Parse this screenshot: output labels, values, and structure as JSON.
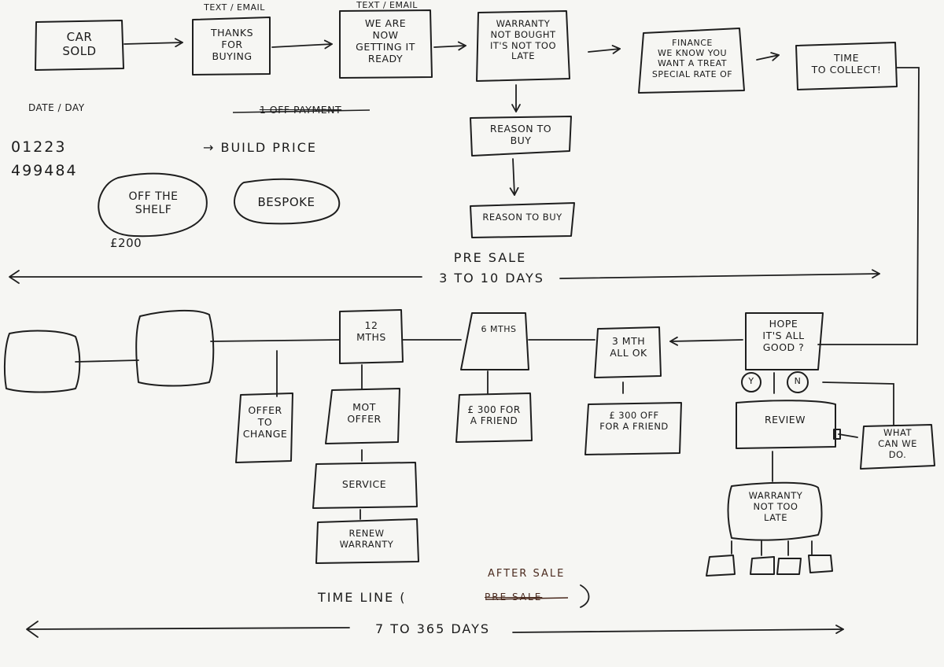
{
  "presale": {
    "car_sold": "CAR\nSOLD",
    "thanks": "THANKS\nFOR\nBUYING",
    "thanks_channel": "TEXT / EMAIL",
    "getting_ready": "WE ARE\nNOW\nGETTING IT\nREADY",
    "ready_channel": "TEXT / EMAIL",
    "warranty": "WARRANTY\nNOT BOUGHT\nIT'S NOT TOO\nLATE",
    "finance": "FINANCE\nWE KNOW YOU\nWANT A TREAT\nSPECIAL RATE OF",
    "time_to_collect": "TIME\nTO COLLECT!",
    "reason_1": "REASON TO\nBUY",
    "reason_2": "REASON TO BUY",
    "date_label": "DATE / DAY",
    "phone_1": "01223",
    "phone_2": "499484",
    "off_label": "1 OFF PAYMENT",
    "build_price": "→ BUILD PRICE",
    "off_shelf": "OFF THE\nSHELF",
    "bespoke": "BESPOKE",
    "price_tag": "£200",
    "timeline_title": "PRE SALE",
    "timeline_days": "3 TO 10 DAYS"
  },
  "aftersale": {
    "months_12": "12\nMTHS",
    "months_6": "6 MTHS",
    "months_3": "3 MTH\nALL OK",
    "hope": "HOPE\nIT'S ALL\nGOOD ?",
    "yes_label": "Y",
    "no_label": "N",
    "offer_change": "OFFER\nTO\nCHANGE",
    "mot_offer": "MOT\nOFFER",
    "service": "SERVICE",
    "renew_warranty": "RENEW\nWARRANTY",
    "friend_300_a": "£ 300 FOR\nA FRIEND",
    "friend_300_b": "£ 300 OFF\nFOR A FRIEND",
    "review": "REVIEW",
    "what_can_we_do": "WHAT\nCAN WE\nDO.",
    "warranty_late": "WARRANTY\nNOT TOO\nLATE",
    "timeline_title": "TIME LINE (",
    "timeline_struck": "PRE SALE",
    "timeline_close": ")",
    "timeline_replacement": "AFTER SALE",
    "timeline_days": "7 TO 365 DAYS"
  }
}
